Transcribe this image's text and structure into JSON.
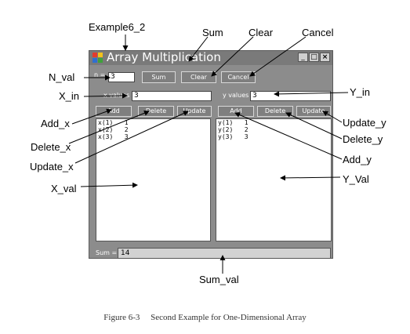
{
  "callouts": {
    "form_name": "Example6_2",
    "sum": "Sum",
    "clear": "Clear",
    "cancel": "Cancel",
    "n_val": "N_val",
    "x_in": "X_in",
    "y_in": "Y_in",
    "add_x": "Add_x",
    "update_y": "Update_y",
    "delete_y": "Delete_y",
    "delete_x": "Delete_x",
    "add_y": "Add_y",
    "update_x": "Update_x",
    "x_val": "X_val",
    "y_val": "Y_Val",
    "sum_val": "Sum_val"
  },
  "window": {
    "title": "Array Multiplication",
    "minimize": "_",
    "maximize": "□",
    "close": "×",
    "n_label": "n =",
    "n_value": "3",
    "sum_button": "Sum",
    "clear_button": "Clear",
    "cancel_button": "Cancel",
    "x_label": "x values",
    "x_value": "3",
    "y_label": "y values",
    "y_value": "3",
    "x_add": "Add",
    "x_delete": "Delete",
    "x_update": "Update",
    "y_add": "Add",
    "y_delete": "Delete",
    "y_update": "Update",
    "x_list": [
      "x(1)   1",
      "x(2)   2",
      "x(3)   3"
    ],
    "y_list": [
      "y(1)   1",
      "y(2)   2",
      "y(3)   3"
    ],
    "sum_label": "Sum =",
    "sum_value": "14"
  },
  "caption": "Figure 6-3     Second Example for One-Dimensional Array"
}
